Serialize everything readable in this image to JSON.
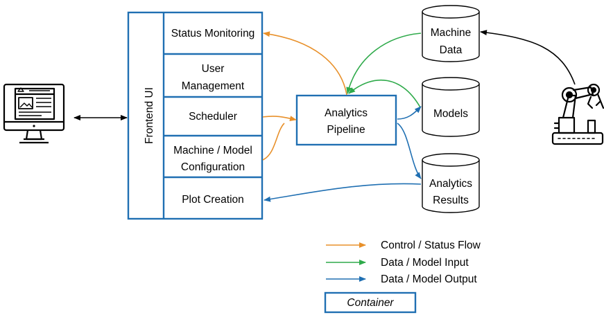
{
  "colors": {
    "container_border": "#1f6fb2",
    "control_status_flow": "#e8902a",
    "data_model_input": "#2eaa4a",
    "data_model_output": "#1f6fb2",
    "black": "#000000"
  },
  "frontend": {
    "title": "Frontend UI",
    "modules": [
      {
        "lines": [
          "Status Monitoring"
        ]
      },
      {
        "lines": [
          "User",
          "Management"
        ]
      },
      {
        "lines": [
          "Scheduler"
        ]
      },
      {
        "lines": [
          "Machine / Model",
          "Configuration"
        ]
      },
      {
        "lines": [
          "Plot Creation"
        ]
      }
    ]
  },
  "pipeline": {
    "lines": [
      "Analytics",
      "Pipeline"
    ]
  },
  "databases": [
    {
      "lines": [
        "Machine",
        "Data"
      ]
    },
    {
      "lines": [
        "Models"
      ]
    },
    {
      "lines": [
        "Analytics",
        "Results"
      ]
    }
  ],
  "icons": {
    "left": "computer-monitor-icon",
    "right": "robot-arm-icon"
  },
  "legend": {
    "items": [
      {
        "label": "Control / Status Flow",
        "color": "#e8902a"
      },
      {
        "label": "Data / Model Input",
        "color": "#2eaa4a"
      },
      {
        "label": "Data / Model Output",
        "color": "#1f6fb2"
      }
    ],
    "container_label": "Container"
  }
}
